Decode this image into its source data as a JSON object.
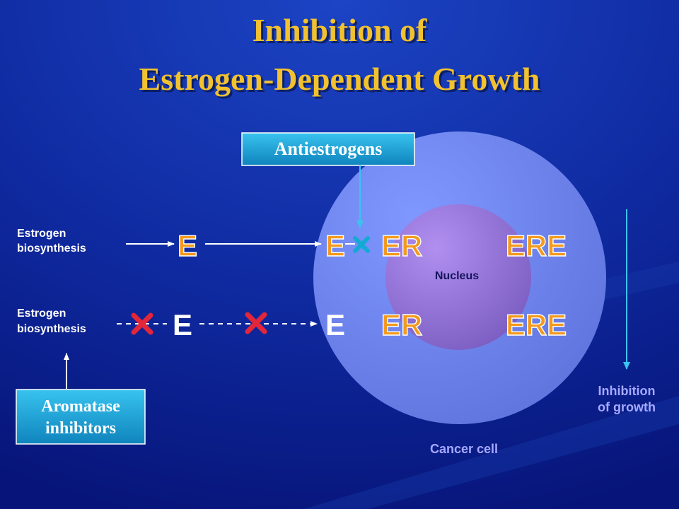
{
  "title": {
    "line1": "Inhibition of",
    "line2": "Estrogen-Dependent Growth"
  },
  "boxes": {
    "antiestrogens": "Antiestrogens",
    "aromatase_line1": "Aromatase",
    "aromatase_line2": "inhibitors"
  },
  "labels": {
    "row1_source_line1": "Estrogen",
    "row1_source_line2": "biosynthesis",
    "row2_source_line1": "Estrogen",
    "row2_source_line2": "biosynthesis",
    "nucleus": "Nucleus",
    "cell": "Cancer cell",
    "inhibition_line1": "Inhibition",
    "inhibition_line2": "of growth"
  },
  "glyphs": {
    "estrogen": "E",
    "receptor": "ER",
    "response_element": "ERE"
  },
  "colors": {
    "background": "#0b1f8c",
    "title": "#f2c12e",
    "glyph_orange": "#f39a1e",
    "cell_outer": "#6b86f0",
    "nucleus": "#9a78d8",
    "box_fill": "#1ea3d8",
    "inhibitor_x": "#e3263a",
    "antiestrogen_x": "#17a9d6",
    "arrow_cyan": "#3ac4ee",
    "label_lavender": "#a6a9ff"
  }
}
